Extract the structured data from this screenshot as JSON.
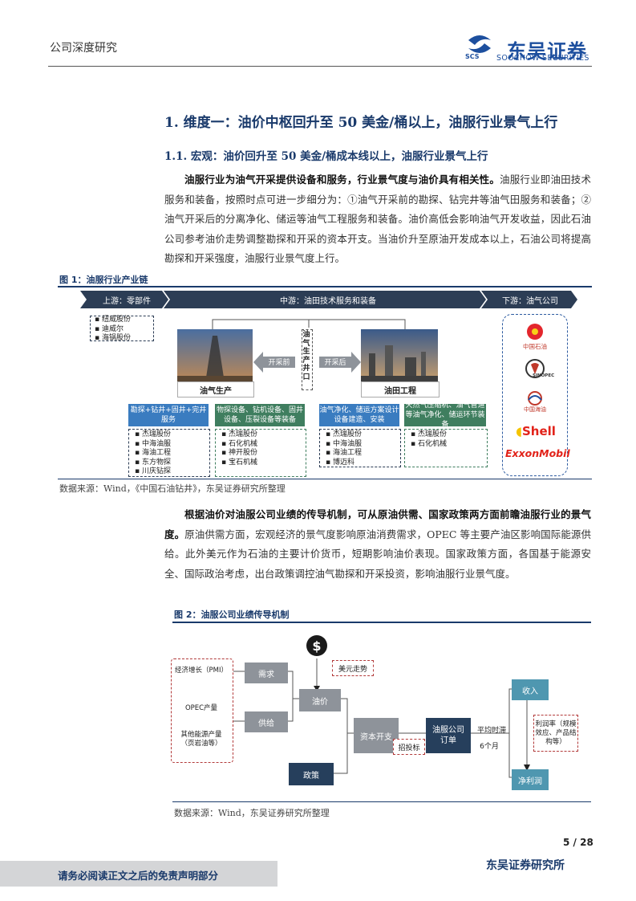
{
  "header": {
    "doc_type": "公司深度研究",
    "logo_cn": "东吴证券",
    "logo_en": "SOOCHOW SECURITIES",
    "logo_mark": "SCS"
  },
  "section": {
    "h1": "1.  维度一：油价中枢回升至 50 美金/桶以上，油服行业景气上行",
    "h2": "1.1.  宏观：油价回升至 50 美金/桶成本线以上，油服行业景气上行"
  },
  "para1": {
    "bold": "油服行业为油气开采提供设备和服务，行业景气度与油价具有相关性。",
    "rest": "油服行业即油田技术服务和装备，按照时点可进一步细分为：①油气开采前的勘探、钻完井等油气田服务和装备；②油气开采后的分离净化、储运等油气工程服务和装备。油价高低会影响油气开发收益，因此石油公司参考油价走势调整勘探和开采的资本开支。当油价升至原油开发成本以上，石油公司将提高勘探和开采强度，油服行业景气度上行。"
  },
  "fig1": {
    "caption": "图 1：油服行业产业链",
    "upstream": "上游：零部件",
    "midstream": "中游：油田技术服务和装备",
    "downstream": "下游：油气公司",
    "upstream_list": [
      "纽威股份",
      "迪威尔",
      "海锅股份"
    ],
    "center_vertical": "油气生产井口",
    "before": "开采前",
    "after": "开采后",
    "prod_label": "油气生产",
    "eng_label": "油田工程",
    "box_a": "勘探+钻井+固井+完井服务",
    "box_b": "物探设备、钻机设备、固井设备、压裂设备等装备",
    "box_c": "油气净化、储运方案设计设备建造、安装",
    "box_d": "天然气压缩机、油气管道等油气净化、储运环节装备",
    "list_a": [
      "杰瑞股份",
      "中海油服",
      "海油工程",
      "东方物探",
      "川庆钻探"
    ],
    "list_b": [
      "杰瑞股份",
      "石化机械",
      "神开股份",
      "宝石机械"
    ],
    "list_c": [
      "杰瑞股份",
      "中海油服",
      "海油工程",
      "博迈科"
    ],
    "list_d": [
      "杰瑞股份",
      "石化机械"
    ],
    "companies": [
      "中国石油",
      "SINOPEC",
      "中国海油",
      "Shell",
      "ExxonMobil"
    ],
    "source": "数据来源：Wind，《中国石油钻井》，东吴证券研究所整理"
  },
  "para2": {
    "bold": "根据油价对油服公司业绩的传导机制，可从原油供需、国家政策两方面前瞻油服行业的景气度。",
    "rest": "原油供需方面，宏观经济的景气度影响原油消费需求，OPEC 等主要产油区影响国际能源供给。此外美元作为石油的主要计价货币，短期影响油价表现。国家政策方面，各国基于能源安全、国际政治考虑，出台政策调控油气勘探和开采投资，影响油服行业景气度。"
  },
  "fig2": {
    "caption": "图 2：油服公司业绩传导机制",
    "dollar": "$",
    "usd_trend": "美元走势",
    "left_items": [
      "经济增长（PMI）",
      "OPEC产量",
      "其他能源产量（页岩油等）"
    ],
    "demand": "需求",
    "supply": "供给",
    "oil_price": "油价",
    "capex": "资本开支",
    "policy": "政策",
    "bidding": "招投标",
    "orders": "油服公司订单",
    "lag": "平均时滞",
    "months": "6个月",
    "revenue": "收入",
    "net_profit": "净利润",
    "margin": "利润率（规模效应、产品结构等）",
    "source": "数据来源：Wind，东吴证券研究所整理"
  },
  "footer": {
    "page": "5 / 28",
    "institute": "东吴证券研究所",
    "disclaimer": "请务必阅读正文之后的免责声明部分"
  }
}
